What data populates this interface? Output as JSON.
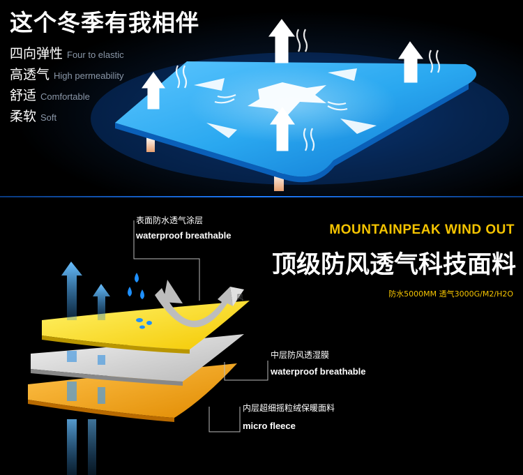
{
  "top": {
    "headline": "这个冬季有我相伴",
    "features": [
      {
        "cn": "四向弹性",
        "en": "Four to elastic"
      },
      {
        "cn": "高透气",
        "en": "High permeability"
      },
      {
        "cn": "舒适",
        "en": "Comfortable"
      },
      {
        "cn": "柔软",
        "en": "Soft"
      }
    ]
  },
  "bottom": {
    "brand": "MOUNTAINPEAK WIND OUT",
    "title": "顶级防风透气科技面料",
    "spec": "防水5000MM 透气3000G/M2/H2O",
    "wind_label": "风",
    "layers": [
      {
        "cn": "表面防水透气涂层",
        "en": "waterproof breathable"
      },
      {
        "cn": "中层防风透湿膜",
        "en": "waterproof breathable"
      },
      {
        "cn": "内层超细摇粒绒保暖面料",
        "en": "micro fleece"
      }
    ]
  },
  "colors": {
    "mat_blue": "#2aa8f0",
    "top_layer": "#f4e100",
    "mid_layer": "#d6d6d6",
    "bottom_layer": "#f2a30c",
    "accent_text": "#f5c400"
  }
}
